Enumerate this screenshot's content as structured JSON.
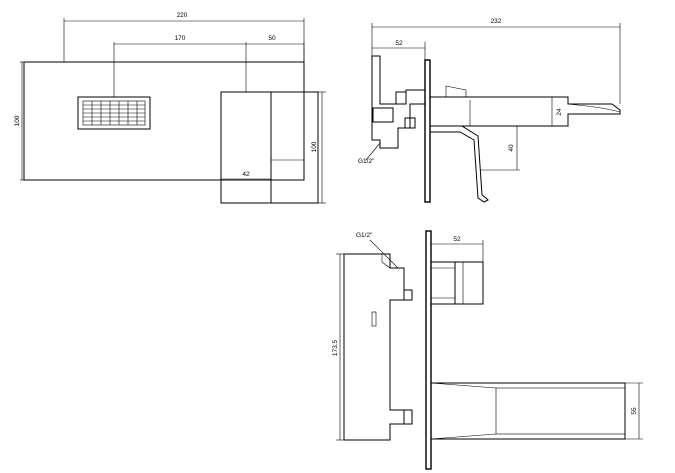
{
  "front_view": {
    "dim_overall_width": "220",
    "dim_spout_offset": "170",
    "dim_lever_offset": "50",
    "dim_plate_height": "100",
    "dim_handle_height": "100",
    "dim_handle_width": "42"
  },
  "side_view": {
    "dim_overall_projection": "232",
    "dim_body_depth": "52",
    "dim_spout_height": "24",
    "dim_lever_length": "40",
    "thread_label": "G1/2\""
  },
  "top_view": {
    "thread_label": "G1/2\"",
    "dim_handle_depth": "52",
    "dim_body_length": "173.5",
    "dim_spout_width": "55"
  }
}
